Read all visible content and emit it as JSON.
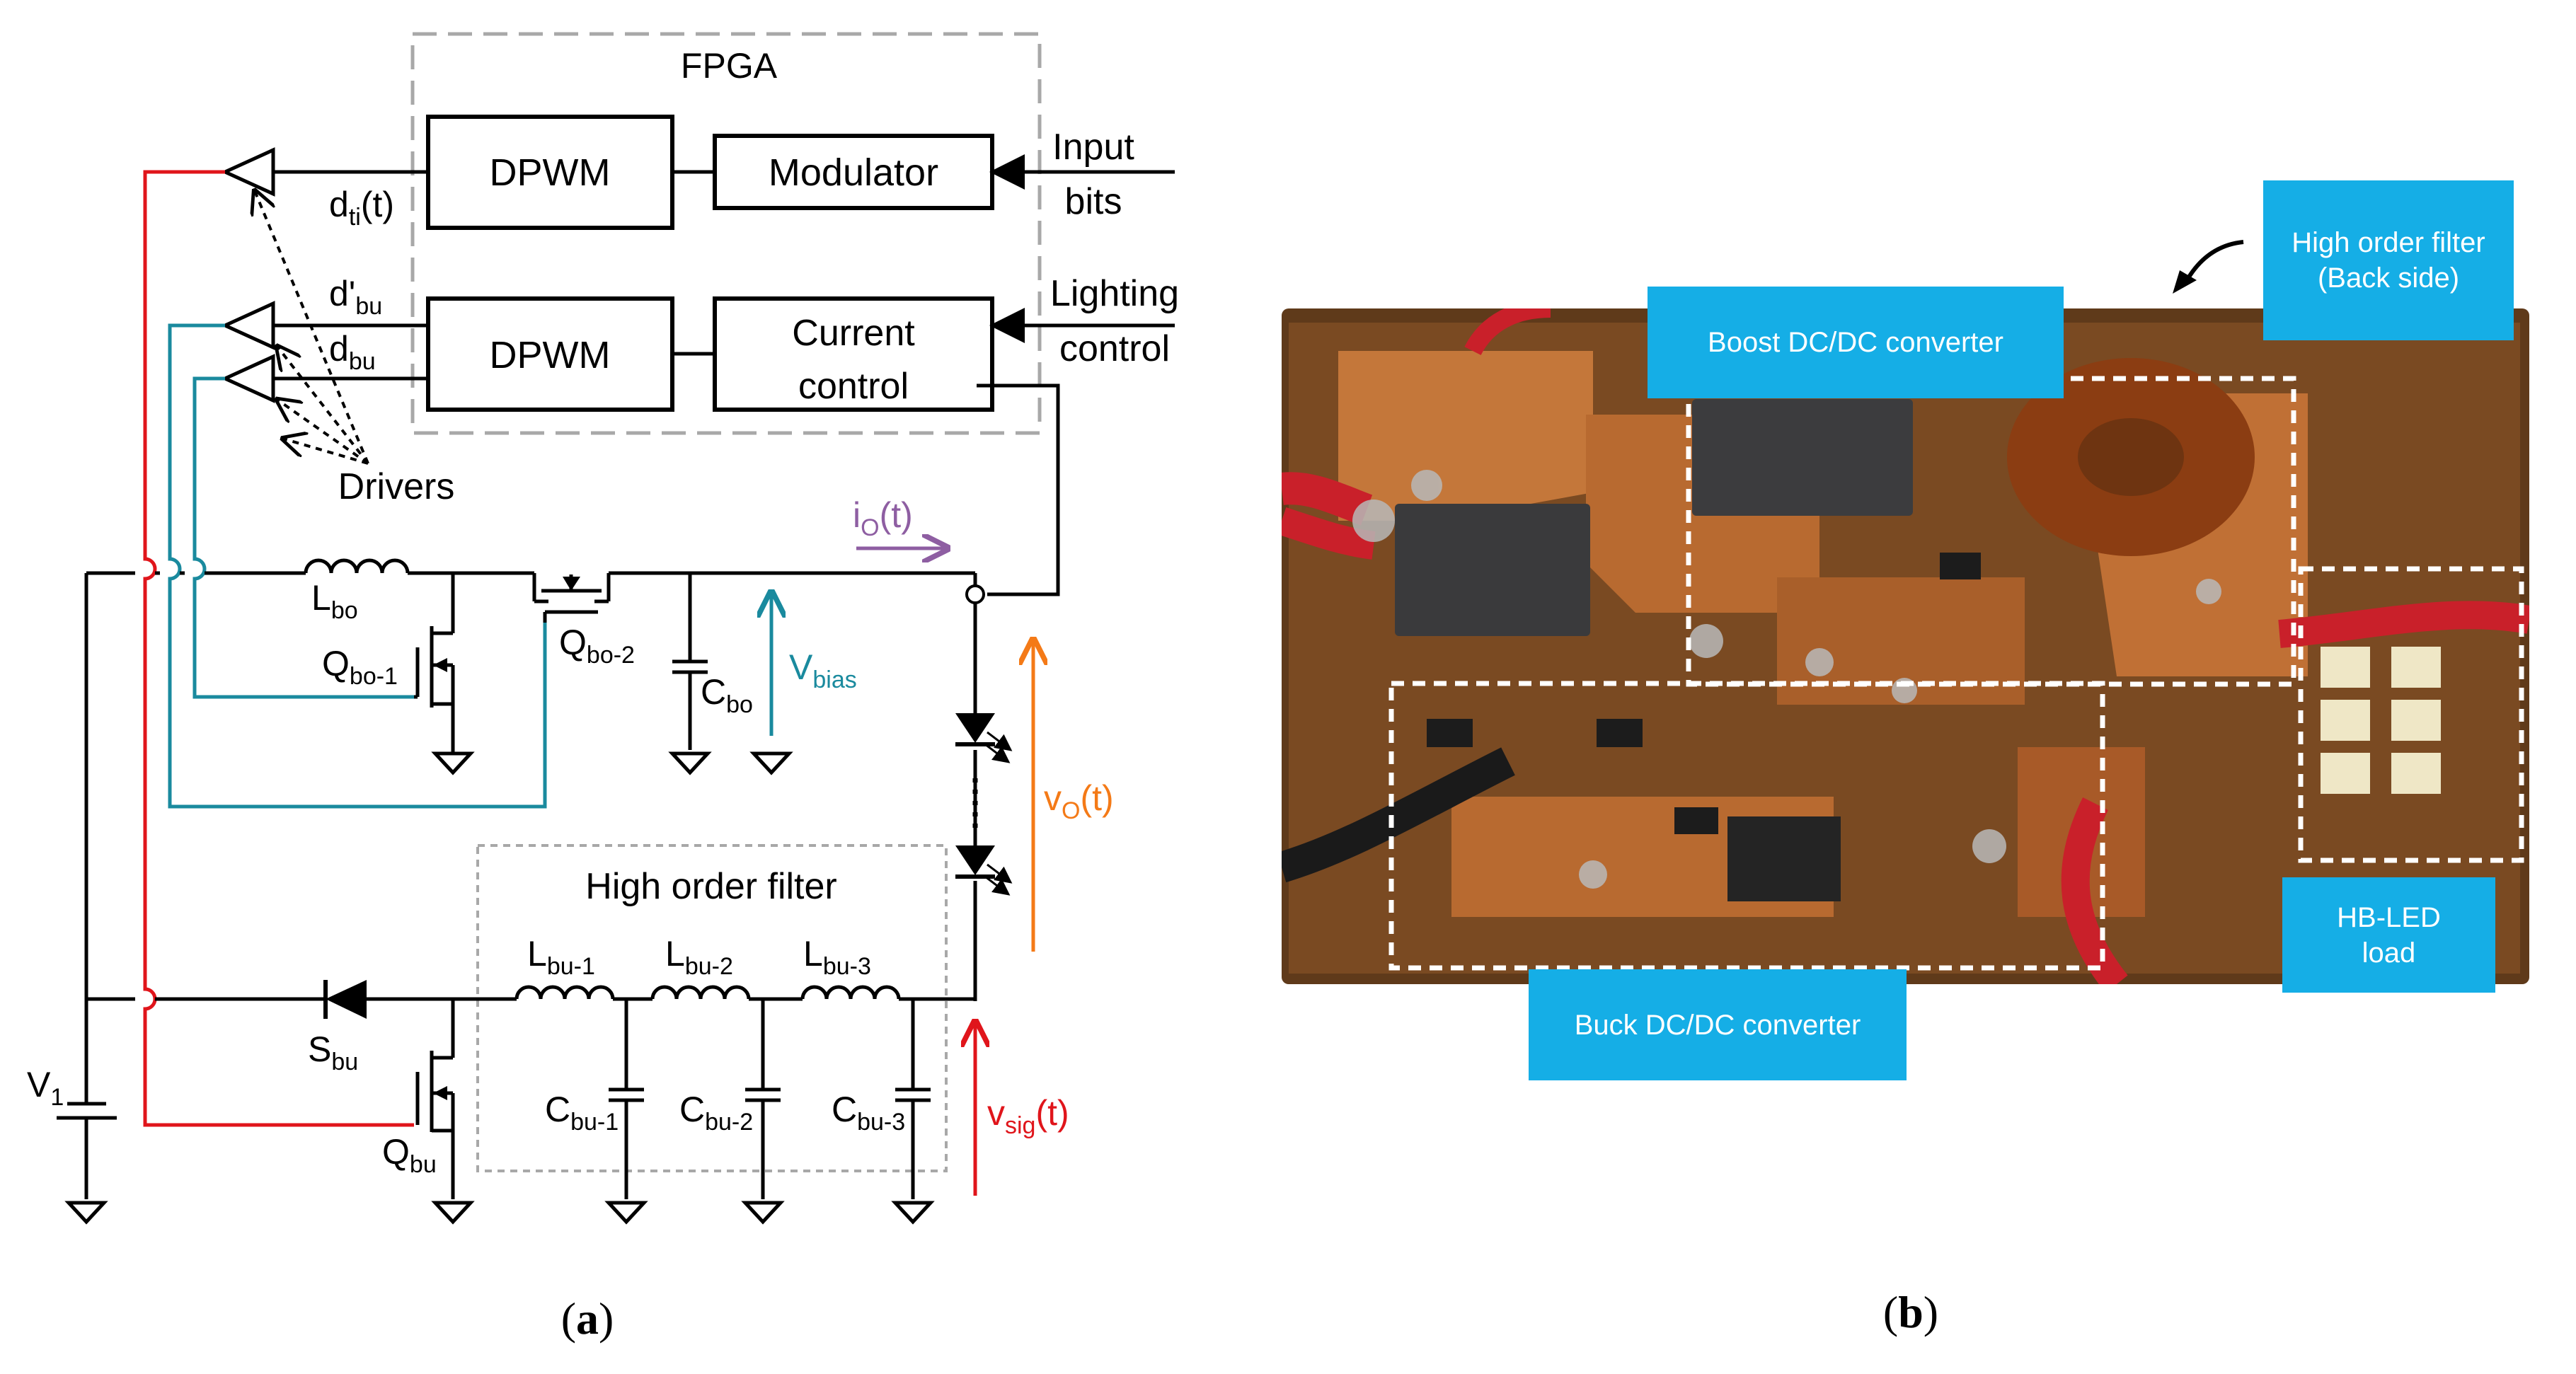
{
  "panel_a": {
    "fpga_label": "FPGA",
    "dpwm_top": "DPWM",
    "modulator": "Modulator",
    "input_line1": "Input",
    "input_line2": "bits",
    "dpwm_bottom": "DPWM",
    "current_control_line1": "Current",
    "current_control_line2": "control",
    "lighting_line1": "Lighting",
    "lighting_line2": "control",
    "drivers": "Drivers",
    "d_ti_main": "d",
    "d_ti_sub": "ti",
    "d_ti_tail": "(t)",
    "d_bu_prime_main": "d'",
    "d_bu_prime_sub": "bu",
    "d_bu_main": "d",
    "d_bu_sub": "bu",
    "io_main": "i",
    "io_sub": "O",
    "io_tail": "(t)",
    "L_bo_main": "L",
    "L_bo_sub": "bo",
    "Q_bo1_main": "Q",
    "Q_bo1_sub": "bo-1",
    "Q_bo2_main": "Q",
    "Q_bo2_sub": "bo-2",
    "C_bo_main": "C",
    "C_bo_sub": "bo",
    "V_bias_main": "V",
    "V_bias_sub": "bias",
    "vo_main": "v",
    "vo_sub": "O",
    "vo_tail": "(t)",
    "filter_title": "High order filter",
    "L_bu1_main": "L",
    "L_bu1_sub": "bu-1",
    "L_bu2_main": "L",
    "L_bu2_sub": "bu-2",
    "L_bu3_main": "L",
    "L_bu3_sub": "bu-3",
    "C_bu1_main": "C",
    "C_bu1_sub": "bu-1",
    "C_bu2_main": "C",
    "C_bu2_sub": "bu-2",
    "C_bu3_main": "C",
    "C_bu3_sub": "bu-3",
    "S_bu_main": "S",
    "S_bu_sub": "bu",
    "Q_bu_main": "Q",
    "Q_bu_sub": "bu",
    "V1_main": "V",
    "V1_sub": "1",
    "vsig_main": "v",
    "vsig_sub": "sig",
    "vsig_tail": "(t)",
    "caption_open": "(",
    "caption_letter": "a",
    "caption_close": ")"
  },
  "panel_b": {
    "callout_high_order_line1": "High order filter",
    "callout_high_order_line2": "(Back side)",
    "callout_boost": "Boost DC/DC converter",
    "callout_buck": "Buck DC/DC converter",
    "callout_hbled_line1": "HB-LED",
    "callout_hbled_line2": "load",
    "caption_open": "(",
    "caption_letter": "b",
    "caption_close": ")"
  },
  "colors": {
    "wire": "#000000",
    "red_wire": "#e0151b",
    "teal_wire": "#1a8a9e",
    "purple": "#8e5ea2",
    "orange": "#f47a17",
    "red_arrow": "#e0151b",
    "teal_label": "#1a8a9e",
    "fpga_dash": "#a8a8a8",
    "filter_dash": "#a8a8a8",
    "callout_bg": "#15aee6",
    "pcb_base": "#7a4a22"
  }
}
